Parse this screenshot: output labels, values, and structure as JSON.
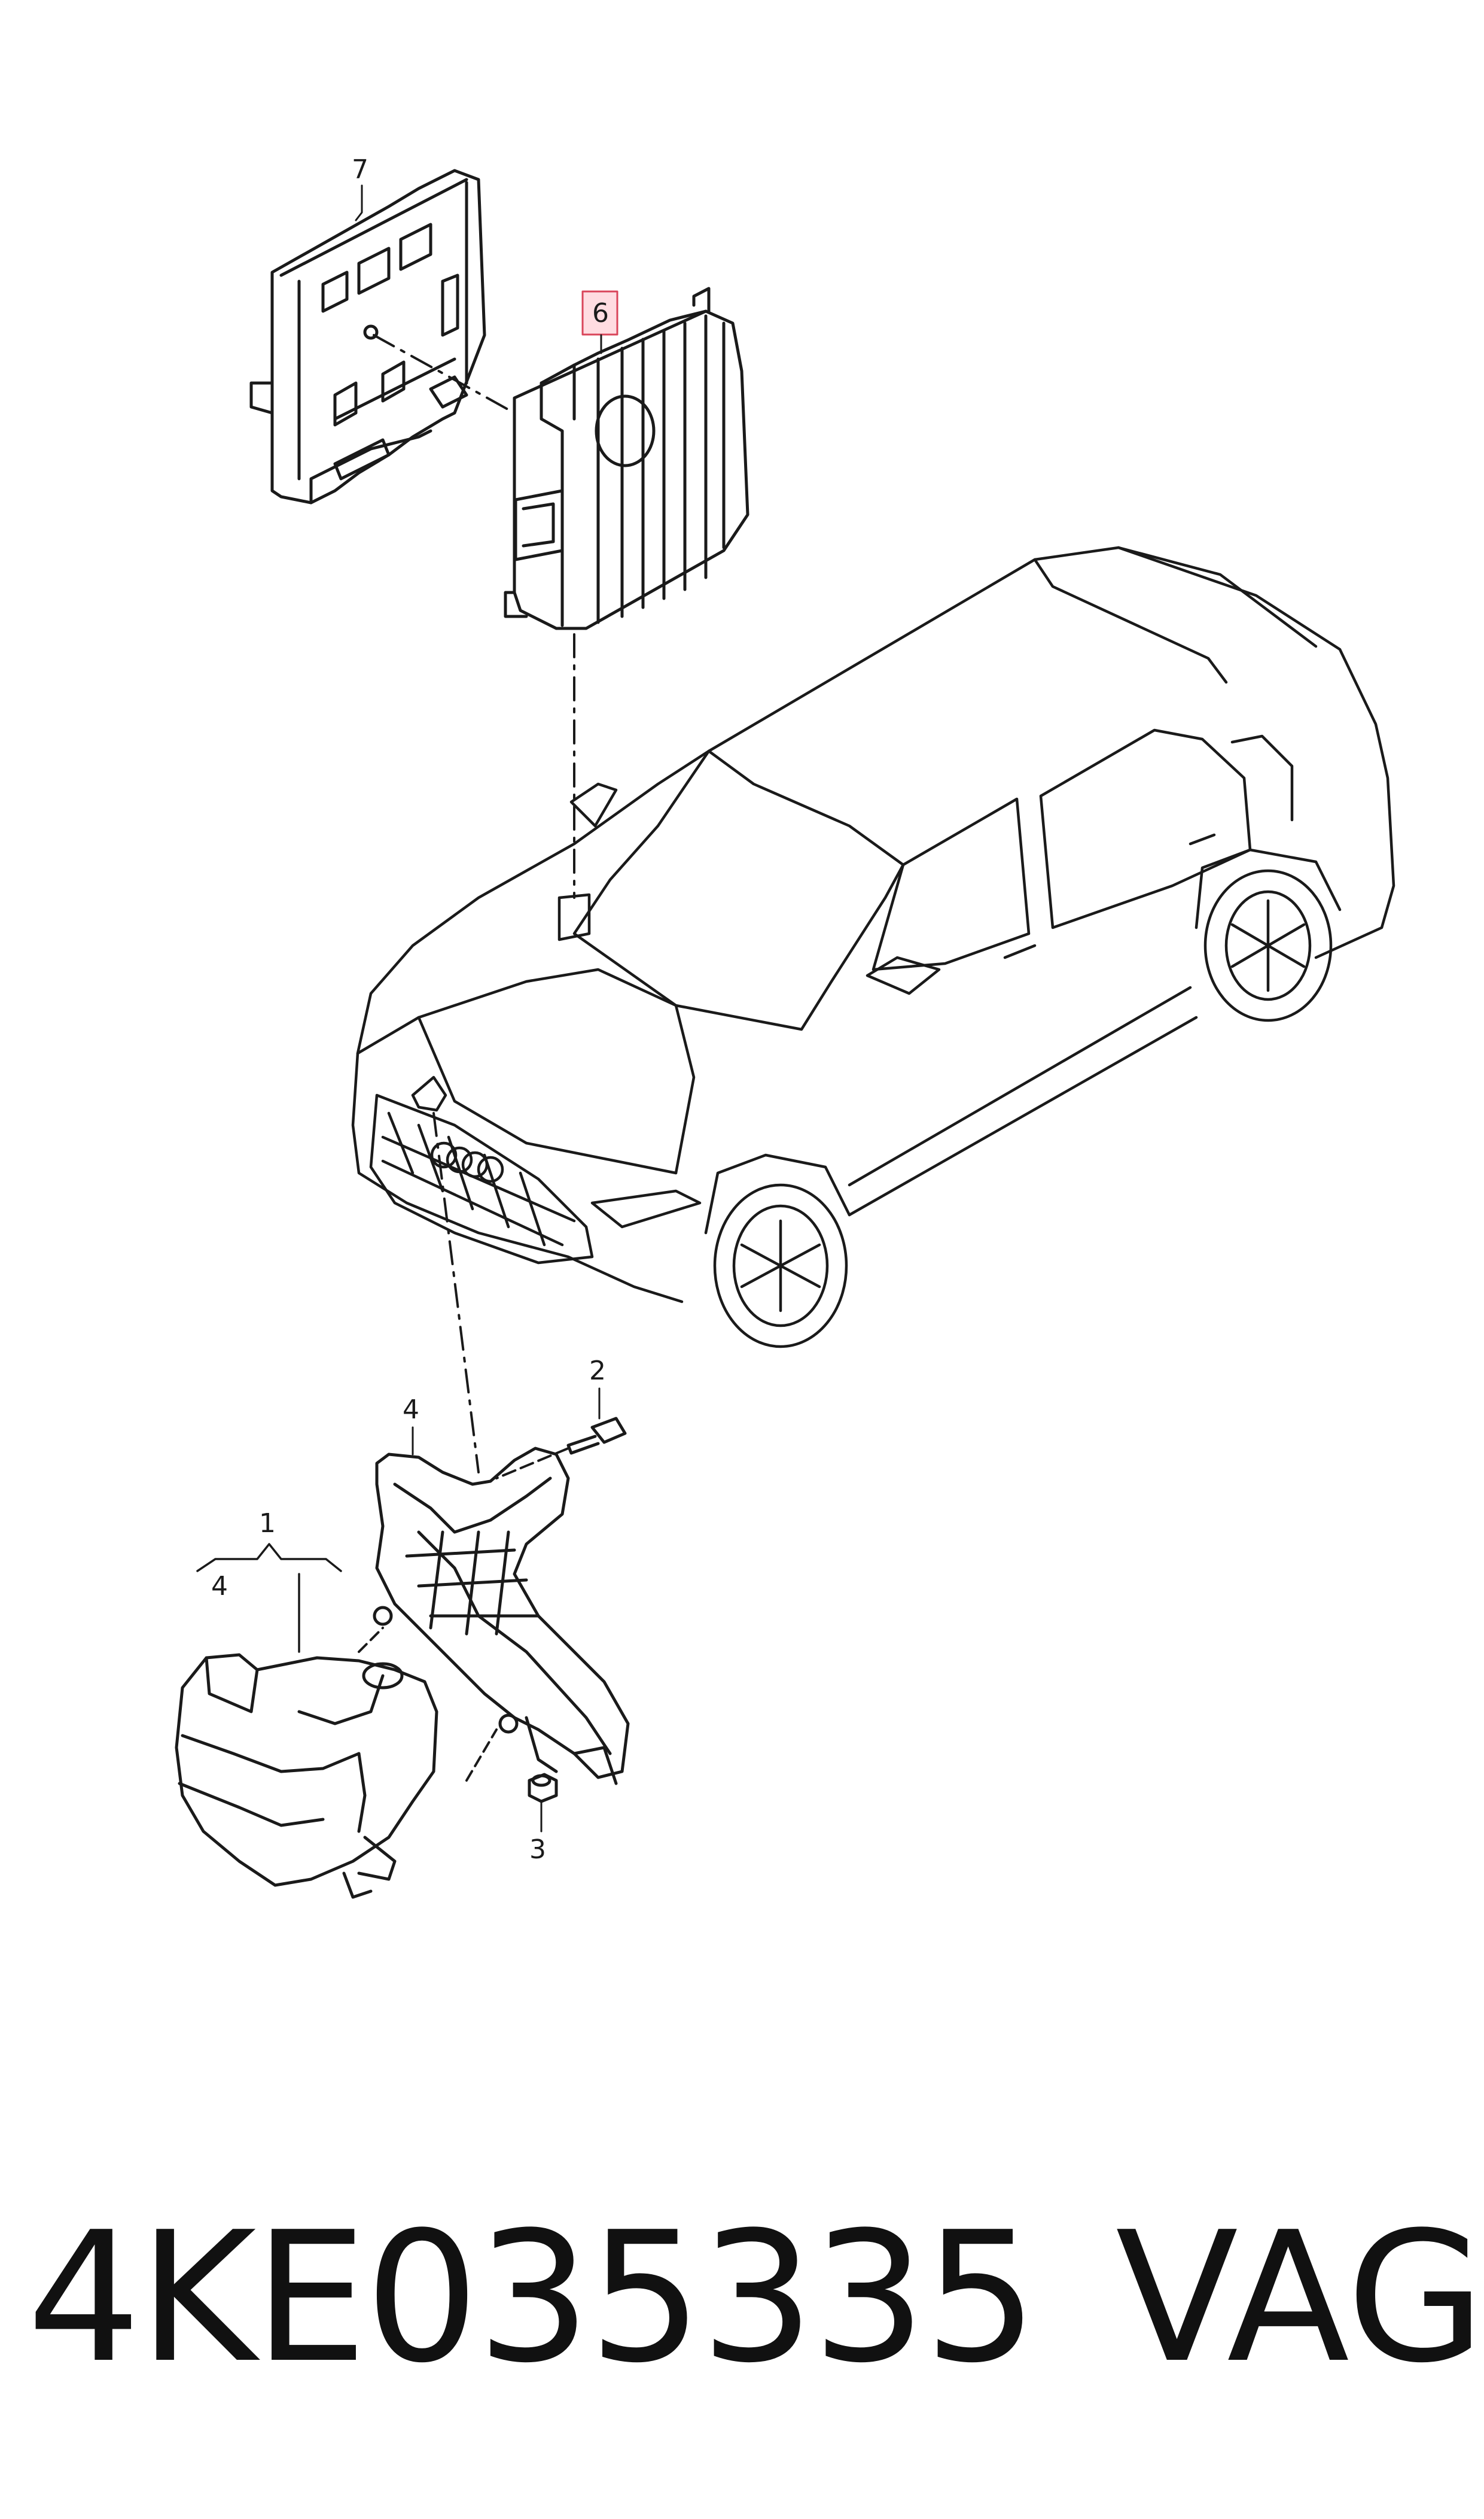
{
  "callouts": {
    "c7": "7",
    "c6": "6",
    "c2": "2",
    "c4_top": "4",
    "c1": "1",
    "c4_left": "4",
    "c3": "3"
  },
  "caption": {
    "part_number": "4KE035335",
    "brand": "VAG"
  },
  "colors": {
    "line": "#1a1a1a",
    "highlight_border": "#d9455a",
    "highlight_fill": "#ffdce1"
  }
}
